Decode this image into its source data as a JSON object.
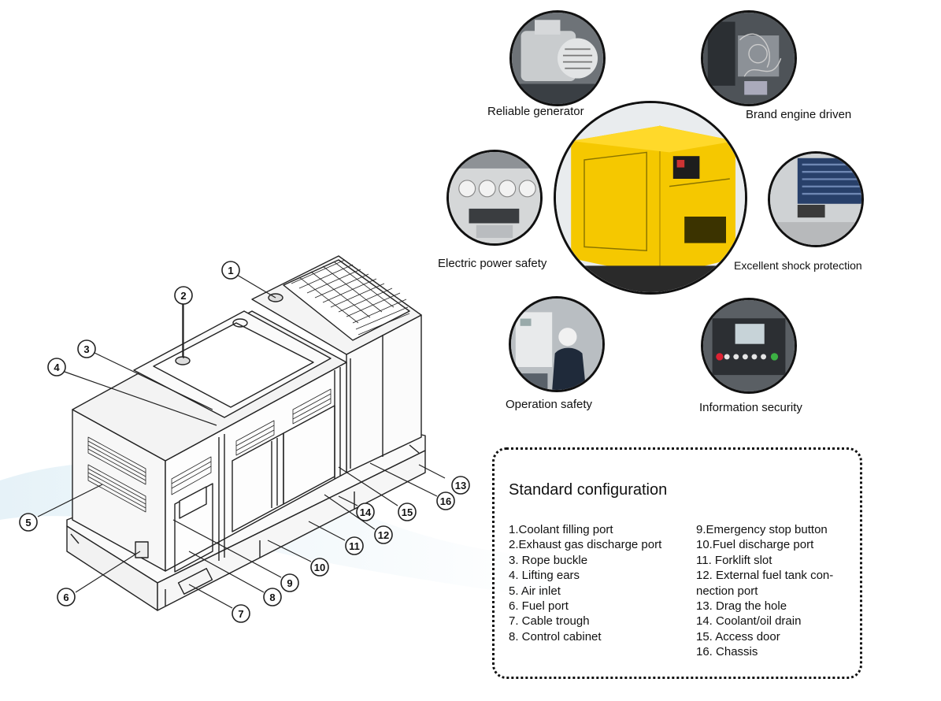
{
  "callouts": [
    "1",
    "2",
    "3",
    "4",
    "5",
    "6",
    "7",
    "8",
    "9",
    "10",
    "11",
    "12",
    "13",
    "14",
    "15",
    "16"
  ],
  "features": [
    {
      "id": "generator",
      "label": "Reliable generator",
      "icon": "alternator-photo"
    },
    {
      "id": "engine",
      "label": "Brand engine driven",
      "icon": "engine-photo"
    },
    {
      "id": "electric",
      "label": "Electric power safety",
      "icon": "breaker-panel-photo"
    },
    {
      "id": "shock",
      "label": "Excellent shock protection",
      "icon": "shock-absorber-photo"
    },
    {
      "id": "operation",
      "label": "Operation safety",
      "icon": "technician-photo"
    },
    {
      "id": "information",
      "label": "Information security",
      "icon": "controller-photo"
    }
  ],
  "center_image": {
    "icon": "yellow-genset-photo",
    "color": "#f5c800"
  },
  "config": {
    "title": "Standard configuration",
    "left": [
      "1.Coolant filling port",
      "2.Exhaust gas discharge port",
      "3. Rope buckle",
      "4. Lifting ears",
      "5. Air inlet",
      "6. Fuel port",
      "7. Cable trough",
      "8. Control cabinet"
    ],
    "right": [
      "9.Emergency stop button",
      "10.Fuel discharge port",
      "11. Forklift slot",
      "12. External fuel tank con-",
      "nection port",
      "13. Drag the hole",
      "14. Coolant/oil drain",
      "15. Access door",
      "16. Chassis"
    ]
  }
}
